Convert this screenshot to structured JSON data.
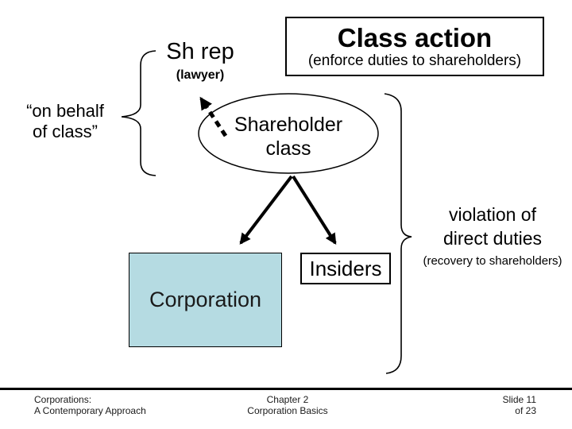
{
  "colors": {
    "stroke": "#000000",
    "corporation_fill": "#b5dbe2",
    "background": "#ffffff"
  },
  "title_box": {
    "title": "Class action",
    "subtitle": "(enforce duties to shareholders)"
  },
  "sh_rep": {
    "label": "Sh rep",
    "sublabel": "(lawyer)"
  },
  "on_behalf": {
    "line1": "“on behalf",
    "line2": "of class”"
  },
  "shareholder_class": {
    "line1": "Shareholder",
    "line2": "class"
  },
  "corporation": {
    "label": "Corporation"
  },
  "insiders": {
    "label": "Insiders"
  },
  "violation": {
    "line1": "violation of",
    "line2": "direct duties",
    "sublabel": "(recovery to shareholders)"
  },
  "footer": {
    "book_line1": "Corporations:",
    "book_line2": "A Contemporary Approach",
    "chapter_line1": "Chapter 2",
    "chapter_line2": "Corporation Basics",
    "slide_line1": "Slide 11",
    "slide_line2": "of 23"
  }
}
